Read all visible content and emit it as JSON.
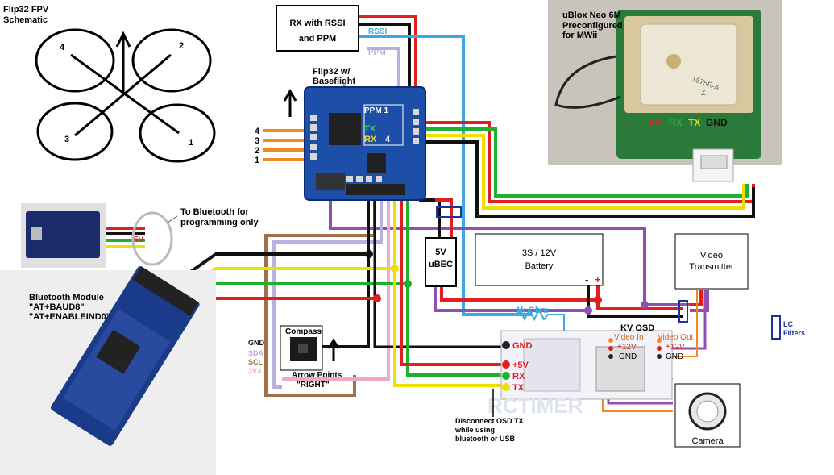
{
  "schematic": {
    "title_line1": "Flip32 FPV",
    "title_line2": "Schematic",
    "motor_1": "1",
    "motor_2": "2",
    "motor_3": "3",
    "motor_4": "4"
  },
  "receiver": {
    "line1": "RX with RSSI",
    "line2": "and PPM",
    "rssi_label": "RSSI",
    "ppm_label": "PPM"
  },
  "flip32": {
    "title_line1": "Flip32 w/",
    "title_line2": "Baseflight",
    "ppm_label": "PPM 1",
    "tx_label": "TX",
    "rx_label": "RX",
    "uart_num": "4",
    "esc_labels": [
      "4",
      "3",
      "2",
      "1"
    ]
  },
  "gps": {
    "title_line1": "uBlox Neo 6M",
    "title_line2": "Preconfigured",
    "title_line3": "for MWii",
    "pin_5v": "5V",
    "pin_rx": "RX",
    "pin_tx": "TX",
    "pin_gnd": "GND",
    "chip_line1": "1575R-A",
    "chip_line2": "Z"
  },
  "bluetooth": {
    "note_line1": "To Bluetooth for",
    "note_line2": "programming only",
    "v_label": "5V",
    "module_line1": "Bluetooth Module",
    "module_line2": "\"AT+BAUD8\"",
    "module_line3": "\"AT+ENABLEIND0\""
  },
  "ubec": {
    "line1": "5V",
    "line2": "uBEC"
  },
  "battery": {
    "line1": "3S / 12V",
    "line2": "Battery",
    "minus": "-",
    "plus": "+"
  },
  "video_tx": {
    "line1": "Video",
    "line2": "Transmitter"
  },
  "lc": {
    "line1": "LC",
    "line2": "Filters"
  },
  "compass": {
    "title": "Compass",
    "arrow_line1": "Arrow Points",
    "arrow_line2": "\"RIGHT\"",
    "pin_gnd": "GND",
    "pin_sda": "SDA",
    "pin_scl": "SCL",
    "pin_3v3": "3V3"
  },
  "osd": {
    "resistor": "1k Ohm",
    "title": "KV OSD",
    "gnd_left": "GND",
    "v5": "+5V",
    "rx": "RX",
    "tx": "TX",
    "video_in": "Video In",
    "video_out": "Video Out",
    "plus12_left": "+12V",
    "plus12_right": "+12V",
    "gnd_mid": "GND",
    "gnd_right": "GND",
    "note_line1": "Disconnect OSD TX",
    "note_line2": "while using",
    "note_line3": "bluetooth or USB"
  },
  "camera": {
    "label": "Camera"
  },
  "colors": {
    "red": "#e02020",
    "black": "#111111",
    "yellow": "#f0e000",
    "green": "#20b030",
    "orange": "#f08a20",
    "purple": "#9050b0",
    "lightblue": "#40a8e0",
    "brown": "#a0704a",
    "lavender": "#b8b0e0",
    "pink": "#f0a8c8",
    "navy": "#2030a0"
  }
}
